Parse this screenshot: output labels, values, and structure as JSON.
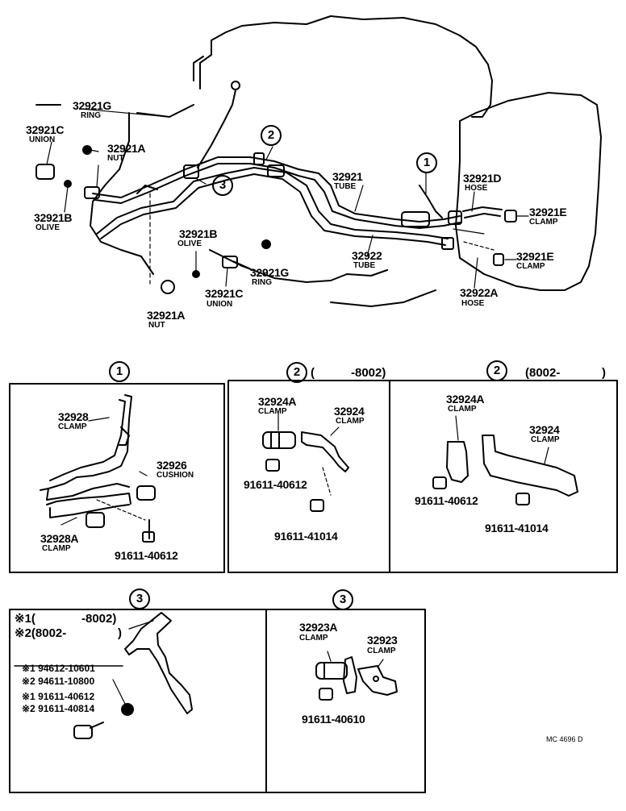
{
  "callouts": {
    "c1": "1",
    "c2": "2",
    "c3": "3"
  },
  "main": {
    "ring_top": "32921G",
    "ring_top_sub": "RING",
    "union_left": "32921C",
    "union_left_sub": "UNION",
    "nut_top": "32921A",
    "nut_top_sub": "NUT",
    "olive_left": "32921B",
    "olive_left_sub": "OLIVE",
    "tube1": "32921",
    "tube1_sub": "TUBE",
    "hose_d": "32921D",
    "hose_d_sub": "HOSE",
    "clamp_e1": "32921E",
    "clamp_e1_sub": "CLAMP",
    "clamp_e2": "32921E",
    "clamp_e2_sub": "CLAMP",
    "olive_mid": "32921B",
    "olive_mid_sub": "OLIVE",
    "ring_mid": "32921G",
    "ring_mid_sub": "RING",
    "union_mid": "32921C",
    "union_mid_sub": "UNION",
    "nut_bottom": "32921A",
    "nut_bottom_sub": "NUT",
    "tube2": "32922",
    "tube2_sub": "TUBE",
    "hose_a": "32922A",
    "hose_a_sub": "HOSE"
  },
  "panels": {
    "p1": {
      "callout": "1",
      "clamp": "32928",
      "clamp_sub": "CLAMP",
      "cushion": "32926",
      "cushion_sub": "CUSHION",
      "clamp_a": "32928A",
      "clamp_a_sub": "CLAMP",
      "bolt": "91611-40612"
    },
    "p2a": {
      "callout": "2",
      "range_open": "(",
      "range_text": "-8002)",
      "clamp_a": "32924A",
      "clamp_a_sub": "CLAMP",
      "clamp": "32924",
      "clamp_sub": "CLAMP",
      "bolt1": "91611-40612",
      "bolt2": "91611-41014"
    },
    "p2b": {
      "callout": "2",
      "range_text": "(8002-",
      "range_close": ")",
      "clamp_a": "32924A",
      "clamp_a_sub": "CLAMP",
      "clamp": "32924",
      "clamp_sub": "CLAMP",
      "bolt1": "91611-40612",
      "bolt2": "91611-41014"
    },
    "p3a": {
      "callout": "3",
      "note1": "※1(",
      "note1_range": "-8002)",
      "note2": "※2(8002-",
      "note2_close": ")",
      "parts": [
        "※1 94612-10601",
        "※2 94611-10800",
        "※1 91611-40612",
        "※2 91611-40814"
      ]
    },
    "p3b": {
      "callout": "3",
      "clamp_a": "32923A",
      "clamp_a_sub": "CLAMP",
      "clamp": "32923",
      "clamp_sub": "CLAMP",
      "bolt": "91611-40610"
    }
  },
  "footer_code": "MC 4696 D"
}
